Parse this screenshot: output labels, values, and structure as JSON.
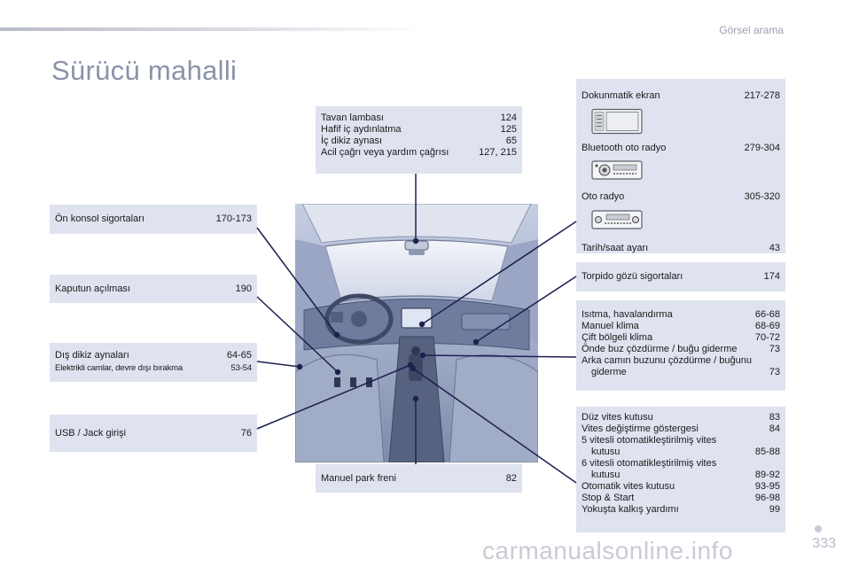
{
  "header": {
    "section_label": "Görsel arama",
    "title": "Sürücü mahalli"
  },
  "boxes": {
    "roof": [
      {
        "label": "Tavan lambası",
        "page": "124"
      },
      {
        "label": "Hafif iç aydınlatma",
        "page": "125"
      },
      {
        "label": "İç dikiz aynası",
        "page": "65"
      },
      {
        "label": "Acil çağrı veya yardım çağrısı",
        "page": "127, 215"
      }
    ],
    "media": [
      {
        "label": "Dokunmatik ekran",
        "page": "217-278"
      },
      {
        "label": "Bluetooth oto radyo",
        "page": "279-304"
      },
      {
        "label": "Oto radyo",
        "page": "305-320"
      },
      {
        "label": "Tarih/saat ayarı",
        "page": "43"
      }
    ],
    "media_icons": [
      "touchscreen-icon",
      "bluetooth-radio-icon",
      "radio-icon"
    ],
    "front_fuses": {
      "label": "Ön konsol sigortaları",
      "page": "170-173"
    },
    "bonnet": {
      "label": "Kaputun açılması",
      "page": "190"
    },
    "mirrors": [
      {
        "label": "Dış dikiz aynaları",
        "page": "64-65"
      },
      {
        "label": "Elektrikli camlar, devre dışı bırakma",
        "page": "53-54"
      }
    ],
    "usb": {
      "label": "USB / Jack girişi",
      "page": "76"
    },
    "handbrake": {
      "label": "Manuel park freni",
      "page": "82"
    },
    "glovebox_fuses": {
      "label": "Torpido gözü sigortaları",
      "page": "174"
    },
    "climate": {
      "rows": [
        {
          "label": "Isıtma, havalandırma",
          "page": "66-68"
        },
        {
          "label": "Manuel klima",
          "page": "68-69"
        },
        {
          "label": "Çift bölgeli klima",
          "page": "70-72"
        },
        {
          "label": "Önde buz çözdürme / buğu giderme",
          "page": "73"
        }
      ],
      "rear_line1": "Arka camın buzunu çözdürme / buğunu",
      "rear_line2": "giderme",
      "rear_page": "73"
    },
    "gearbox": {
      "manual": {
        "label": "Düz vites kutusu",
        "page": "83"
      },
      "indicator": {
        "label": "Vites değiştirme göstergesi",
        "page": "84"
      },
      "etg5_line1": "5 vitesli otomatikleştirilmiş vites",
      "etg5_line2": "kutusu",
      "etg5_page": "85-88",
      "etg6_line1": "6 vitesli otomatikleştirilmiş vites",
      "etg6_line2": "kutusu",
      "etg6_page": "89-92",
      "automatic": {
        "label": "Otomatik vites kutusu",
        "page": "93-95"
      },
      "stopstart": {
        "label": "Stop & Start",
        "page": "96-98"
      },
      "hillassist": {
        "label": "Yokuşta kalkış yardımı",
        "page": "99"
      }
    }
  },
  "footer": {
    "watermark": "carmanualsonline.info",
    "page_number": "333"
  },
  "colors": {
    "box_bg": "#dfe3ef",
    "line": "#1c2150",
    "title": "#8a93a8"
  }
}
